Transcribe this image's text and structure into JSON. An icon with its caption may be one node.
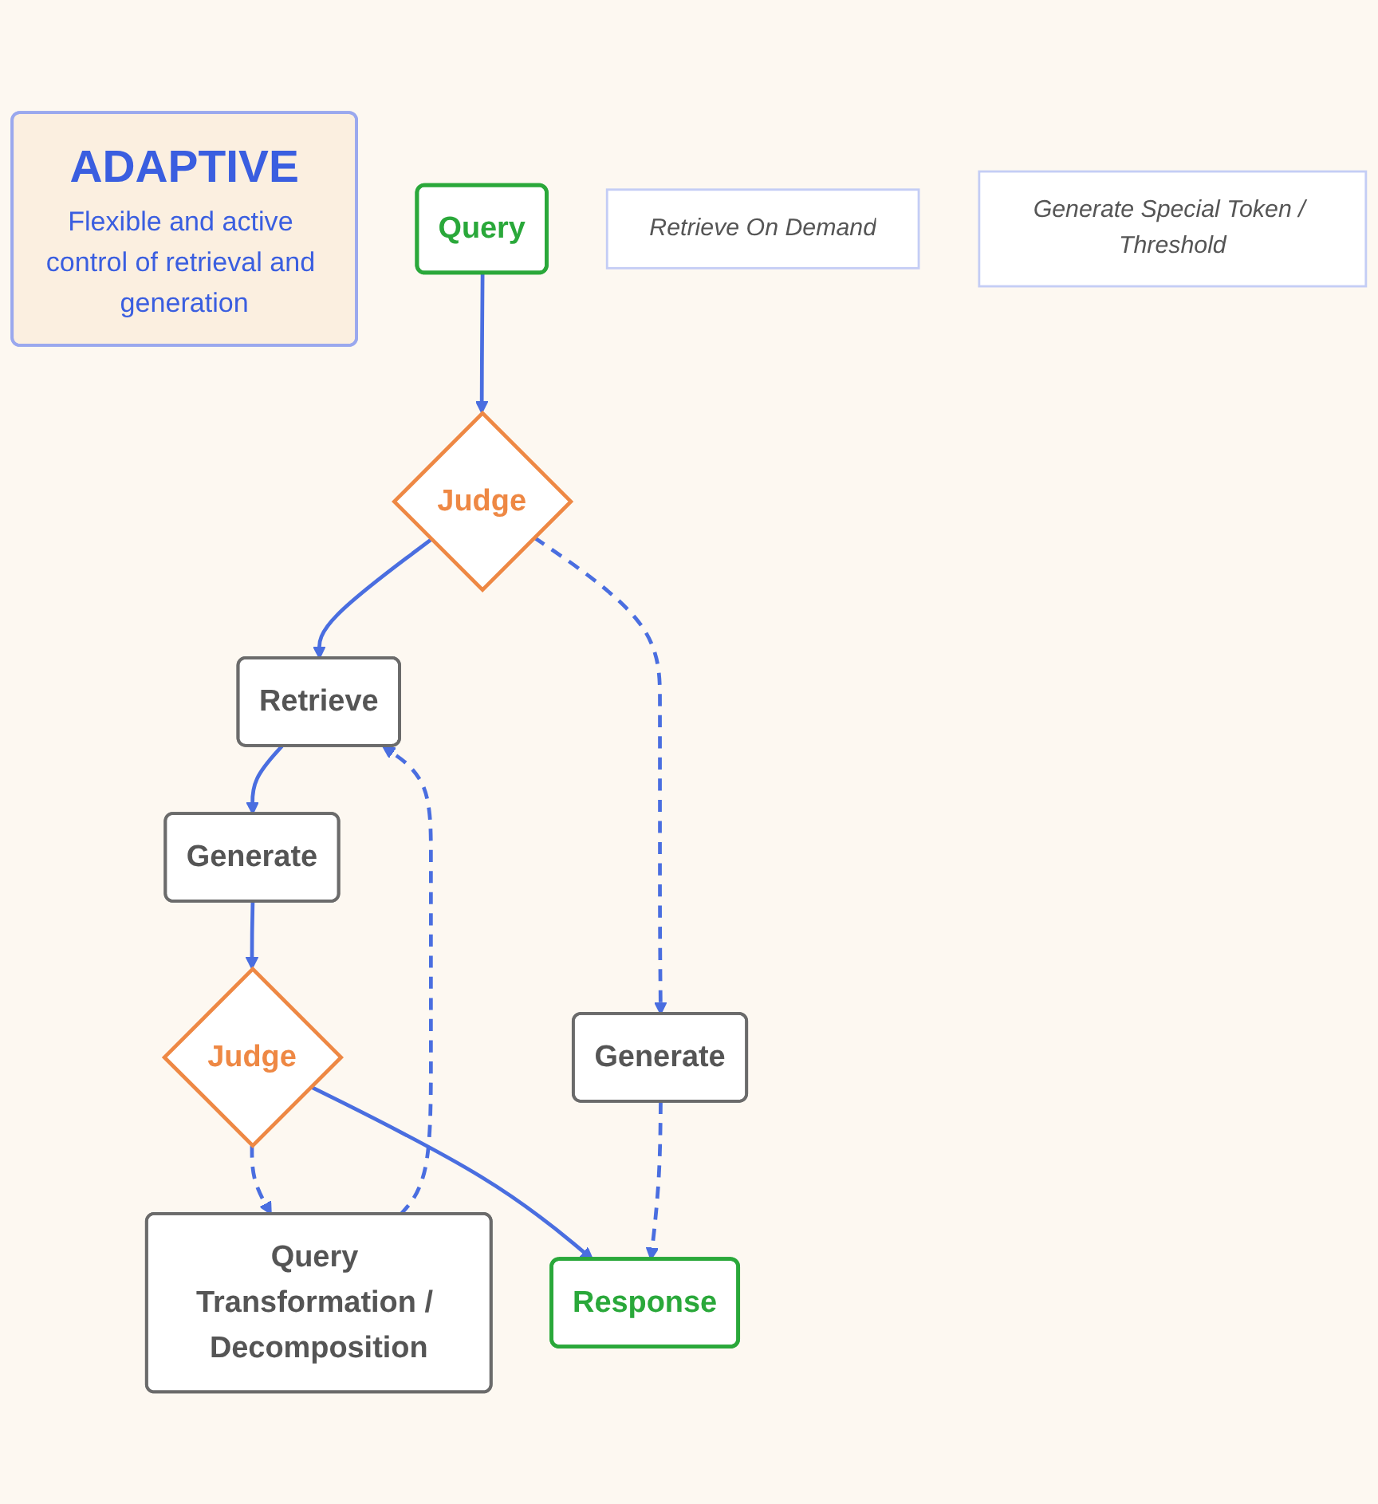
{
  "diagram": {
    "nodes": [
      {
        "text": [
          "ADAPTIVE",
          "Flexible and active control of retrieval and generation"
        ]
      },
      {
        "text": [
          "Query"
        ]
      },
      {
        "text": [
          "Judge"
        ]
      },
      {
        "text": [
          "Retrieve On Demand"
        ]
      },
      {
        "text": [
          "Retrieve"
        ]
      },
      {
        "text": [
          "Generate"
        ]
      },
      {
        "text": [
          "Generate"
        ]
      },
      {
        "text": [
          "Query Transformation / Decomposition"
        ]
      },
      {
        "text": [
          "Judge"
        ]
      },
      {
        "text": [
          "Generate Special Token / Threshold"
        ]
      },
      {
        "text": [
          "Response"
        ]
      }
    ],
    "edges": [
      {
        "from": 1,
        "to": 2,
        "arrow": "to"
      },
      {
        "from": 2,
        "to": 4,
        "arrow": "to"
      },
      {
        "from": 2,
        "to": 5,
        "arrow": "to",
        "style": "dashed"
      },
      {
        "from": 4,
        "to": 6,
        "arrow": "to"
      },
      {
        "from": 6,
        "to": 8,
        "arrow": "to"
      },
      {
        "from": 8,
        "to": 7,
        "arrow": "to",
        "style": "dashed"
      },
      {
        "from": 7,
        "to": 4,
        "arrow": "to",
        "style": "dashed"
      },
      {
        "from": 8,
        "to": 10,
        "arrow": "to"
      },
      {
        "from": 5,
        "to": 10,
        "arrow": "to",
        "style": "dashed"
      }
    ]
  }
}
